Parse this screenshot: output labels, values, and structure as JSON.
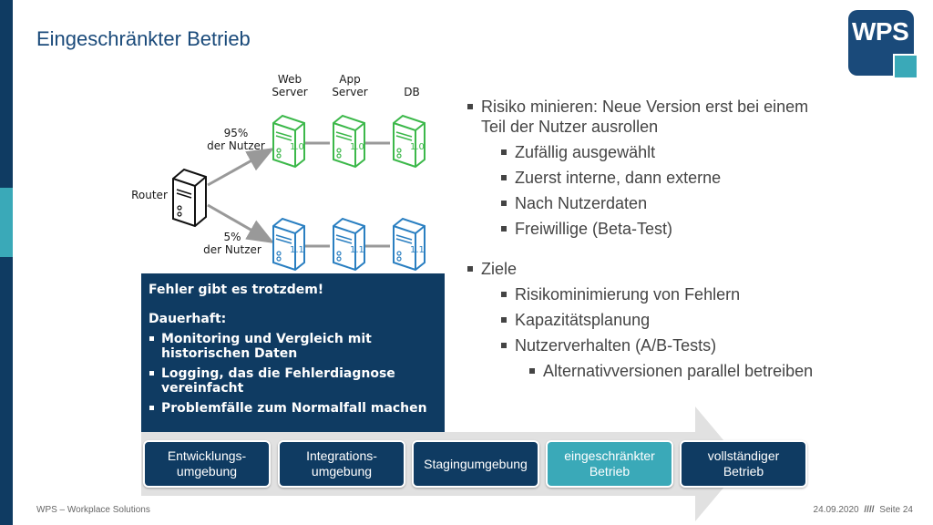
{
  "title": "Eingeschränkter Betrieb",
  "logo_text": "WPS",
  "diagram": {
    "col_headers": [
      "Web\nServer",
      "App\nServer",
      "DB"
    ],
    "router_label": "Router",
    "route_upper": "95%\nder Nutzer",
    "route_lower": "5%\nder Nutzer",
    "version_upper": "1.0",
    "version_lower": "1.1",
    "color_upper": "#3cb84a",
    "color_lower": "#2a7fc1"
  },
  "bullets": [
    {
      "level": 1,
      "text": "Risiko minieren: Neue Version erst bei einem Teil der Nutzer ausrollen"
    },
    {
      "level": 2,
      "text": "Zufällig ausgewählt"
    },
    {
      "level": 2,
      "text": "Zuerst interne, dann externe"
    },
    {
      "level": 2,
      "text": "Nach Nutzerdaten"
    },
    {
      "level": 2,
      "text": "Freiwillige (Beta-Test)"
    },
    {
      "level": 1,
      "text": "Ziele",
      "gap_before": true
    },
    {
      "level": 2,
      "text": "Risikominimierung von Fehlern"
    },
    {
      "level": 2,
      "text": "Kapazitätsplanung"
    },
    {
      "level": 2,
      "text": "Nutzerverhalten (A/B-Tests)"
    },
    {
      "level": 3,
      "text": "Alternativversionen parallel betreiben"
    }
  ],
  "box": {
    "heading": "Fehler gibt es trotzdem!",
    "subheading": "Dauerhaft:",
    "items": [
      "Monitoring und Vergleich mit historischen Daten",
      "Logging, das die Fehlerdiagnose vereinfacht",
      "Problemfälle zum Normalfall machen"
    ]
  },
  "stages": [
    {
      "label": "Entwicklungs-\numgebung",
      "active": false
    },
    {
      "label": "Integrations-\numgebung",
      "active": false
    },
    {
      "label": "Stagingumgebung",
      "active": false
    },
    {
      "label": "eingeschränkter\nBetrieb",
      "active": true
    },
    {
      "label": "vollständiger\nBetrieb",
      "active": false
    }
  ],
  "footer": {
    "left": "WPS – Workplace Solutions",
    "date": "24.09.2020",
    "separator": "////",
    "page": "Seite 24"
  },
  "colors": {
    "navy": "#0f3b62",
    "teal": "#3aa9b8",
    "title": "#1a4a7a"
  }
}
